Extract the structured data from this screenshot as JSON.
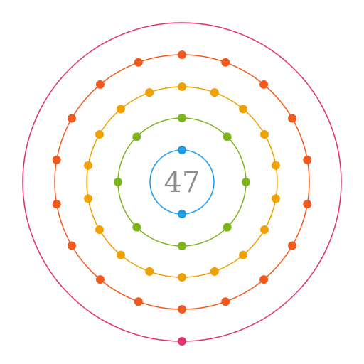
{
  "diagram": {
    "nucleus_label": "47",
    "shells": [
      {
        "name": "shell-1",
        "electrons": 2,
        "color": "#1e9be8"
      },
      {
        "name": "shell-2",
        "electrons": 8,
        "color": "#7cb518"
      },
      {
        "name": "shell-3",
        "electrons": 18,
        "color": "#f0a000"
      },
      {
        "name": "shell-4",
        "electrons": 18,
        "color": "#f05a1e"
      },
      {
        "name": "shell-5",
        "electrons": 1,
        "color": "#e0306e"
      }
    ]
  }
}
